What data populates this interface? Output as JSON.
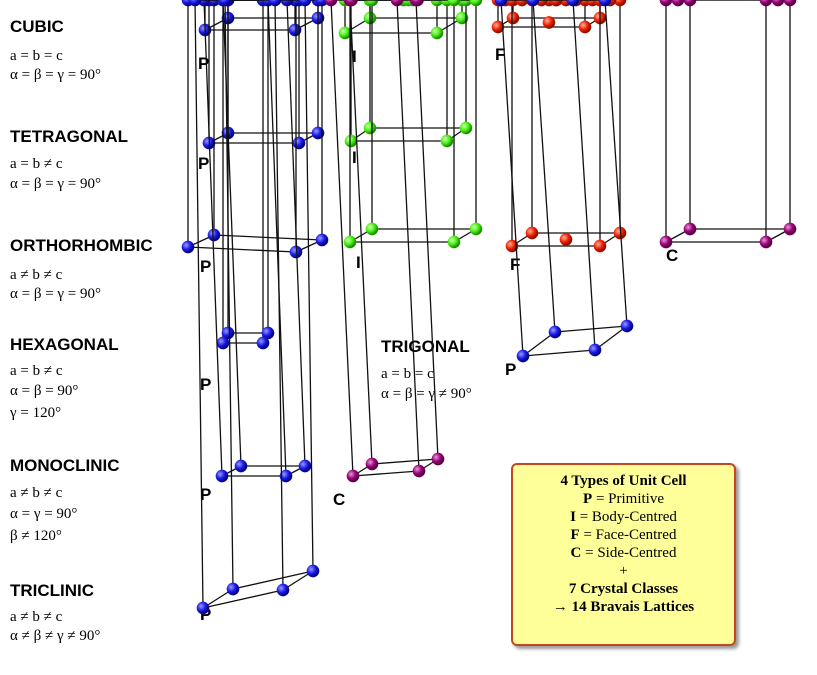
{
  "classes": [
    {
      "name": "CUBIC",
      "params": [
        "a = b = c",
        "α = β = γ = 90°"
      ]
    },
    {
      "name": "TETRAGONAL",
      "params": [
        "a = b ≠ c",
        "α = β = γ = 90°"
      ]
    },
    {
      "name": "ORTHORHOMBIC",
      "params": [
        "a ≠ b ≠ c",
        "α = β = γ = 90°"
      ]
    },
    {
      "name": "HEXAGONAL",
      "params": [
        "a = b ≠ c",
        "α = β = 90°",
        "γ = 120°"
      ]
    },
    {
      "name": "TRIGONAL",
      "params": [
        "a = b = c",
        "α = β = γ ≠ 90°"
      ]
    },
    {
      "name": "MONOCLINIC",
      "params": [
        "a ≠ b ≠ c",
        "α = γ = 90°",
        "β ≠ 120°"
      ]
    },
    {
      "name": "TRICLINIC",
      "params": [
        "a ≠ b ≠ c",
        "α ≠ β ≠ γ ≠ 90°"
      ]
    }
  ],
  "lattice_letters": {
    "primitive": "P",
    "body": "I",
    "face": "F",
    "side": "C"
  },
  "atom_colors": {
    "P": "#1a1ae6",
    "I": "#44ee11",
    "F": "#ee2200",
    "C": "#990077"
  },
  "legend": {
    "heading": "4 Types of Unit Cell",
    "types": [
      {
        "letter": "P",
        "desc": "= Primitive"
      },
      {
        "letter": "I",
        "desc": "= Body-Centred"
      },
      {
        "letter": "F",
        "desc": "= Face-Centred"
      },
      {
        "letter": "C",
        "desc": "= Side-Centred"
      }
    ],
    "plus": "+",
    "classes_line": "7 Crystal Classes",
    "result_line": "→ 14 Bravais Lattices"
  }
}
